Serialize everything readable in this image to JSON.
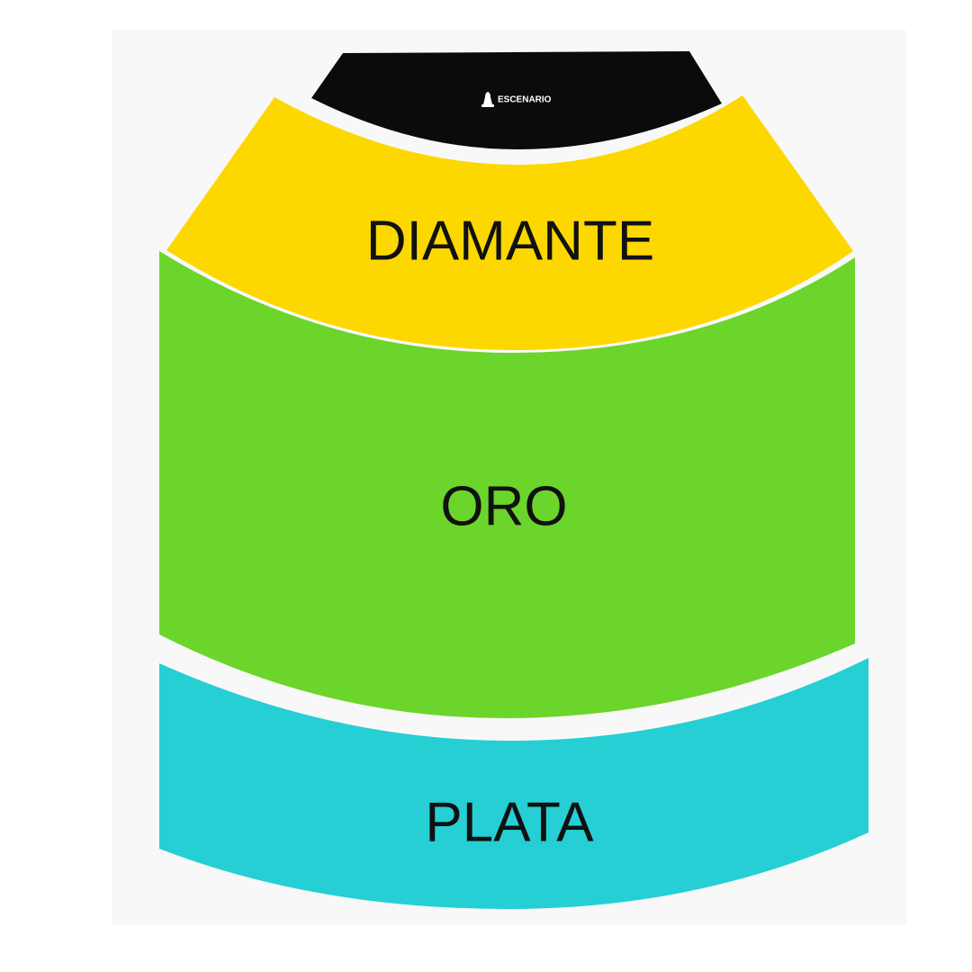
{
  "stage": {
    "label": "ESCENARIO",
    "icon": "bell-icon",
    "color": "#0b0b0b"
  },
  "sections": [
    {
      "id": "diamante",
      "label": "DIAMANTE",
      "color": "#fdd800"
    },
    {
      "id": "oro",
      "label": "ORO",
      "color": "#6bd52b"
    },
    {
      "id": "plata",
      "label": "PLATA",
      "color": "#25cfd4"
    }
  ],
  "colors": {
    "page_background": "#ffffff",
    "map_background": "#f8f8f8",
    "label_text": "#111111"
  }
}
